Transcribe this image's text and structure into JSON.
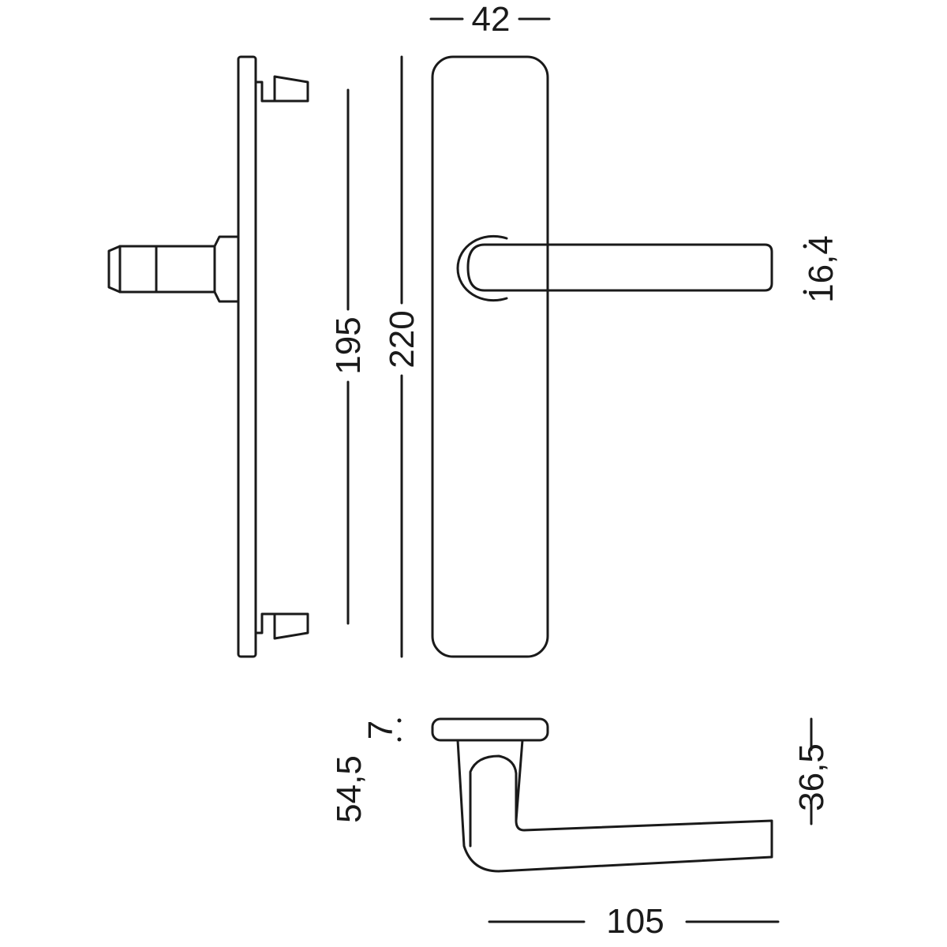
{
  "dimensions": {
    "top_width": "42",
    "hole_spacing": "195",
    "plate_height": "220",
    "handle_height": "16,4",
    "rose_thickness": "7",
    "lever_projection": "54,5",
    "lever_drop": "36,5",
    "lever_length": "105"
  },
  "colors": {
    "line": "#1a1a1a",
    "background": "#ffffff"
  }
}
